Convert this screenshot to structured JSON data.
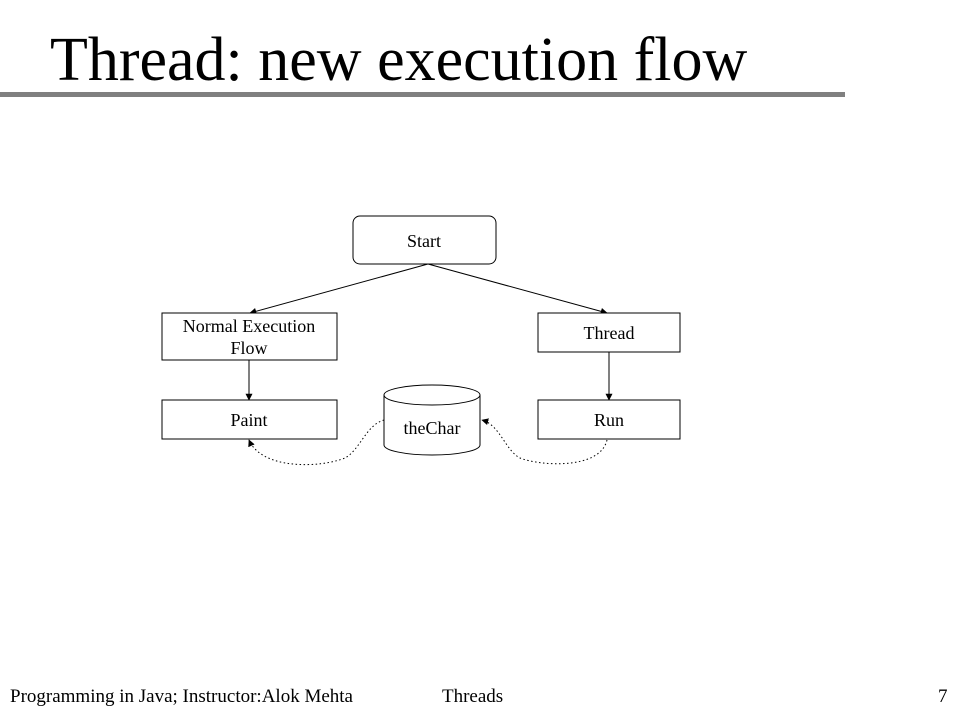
{
  "slide": {
    "title": "Thread: new execution flow"
  },
  "diagram": {
    "nodes": {
      "start": "Start",
      "normal_line1": "Normal Execution",
      "normal_line2": "Flow",
      "thread": "Thread",
      "paint": "Paint",
      "run": "Run",
      "the_char": "theChar"
    }
  },
  "footer": {
    "course": "Programming in Java; Instructor:Alok Mehta",
    "topic": "Threads",
    "page": "7"
  }
}
